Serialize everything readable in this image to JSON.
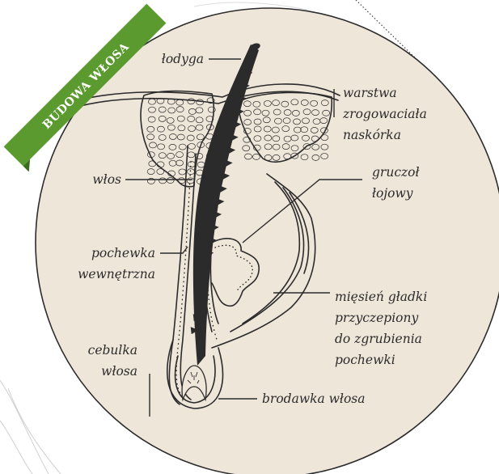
{
  "ribbon": {
    "title": "BUDOWA WŁOSA",
    "color": "#5a9a2f"
  },
  "colors": {
    "disc": "#efe6da",
    "ink": "#2b2b2b",
    "cells": "#ffffff"
  },
  "labels": {
    "lodyga": "łodyga",
    "warstwa": [
      "warstwa",
      "zrogowaciała",
      "naskórka"
    ],
    "wlos": "włos",
    "gruczol": [
      "gruczoł",
      "łojowy"
    ],
    "pochewka": [
      "pochewka",
      "wewnętrzna"
    ],
    "miesien": [
      "mięsień gładki",
      "przyczepiony",
      "do zgrubienia",
      "pochewki"
    ],
    "cebulka": [
      "cebulka",
      "włosa"
    ],
    "brodawka": "brodawka włosa"
  }
}
